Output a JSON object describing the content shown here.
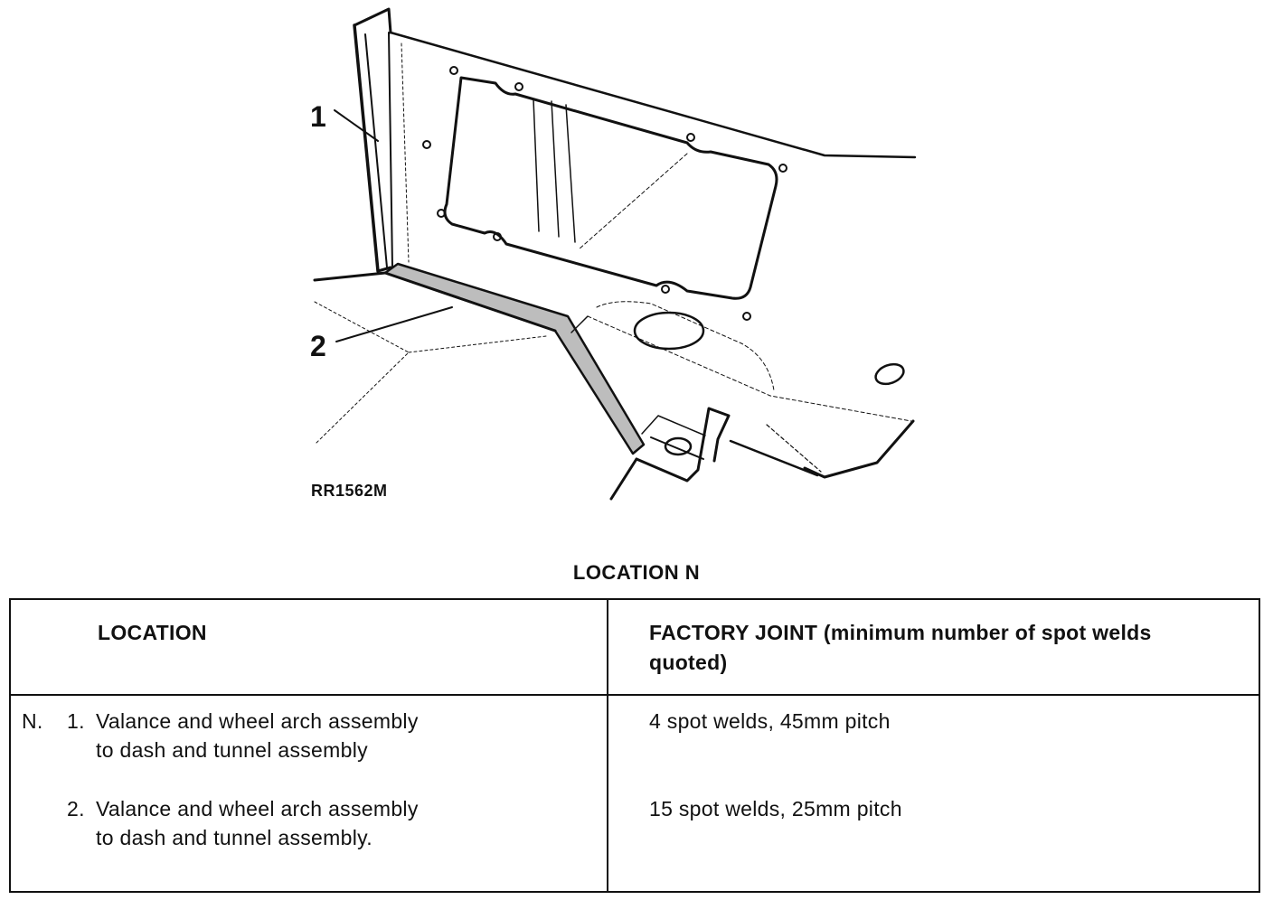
{
  "figure": {
    "callouts": [
      "1",
      "2"
    ],
    "reference": "RR1562M"
  },
  "section_title": "LOCATION N",
  "table": {
    "headers": {
      "location": "LOCATION",
      "factory_joint": "FACTORY JOINT (minimum number of spot welds quoted)"
    },
    "row_code": "N.",
    "rows": [
      {
        "number": "1.",
        "location": "Valance and wheel arch assembly to dash and tunnel assembly",
        "factory_joint": "4 spot welds, 45mm pitch"
      },
      {
        "number": "2.",
        "location": "Valance and wheel arch assembly to dash and tunnel assembly.",
        "factory_joint": "15 spot welds, 25mm pitch"
      }
    ]
  }
}
